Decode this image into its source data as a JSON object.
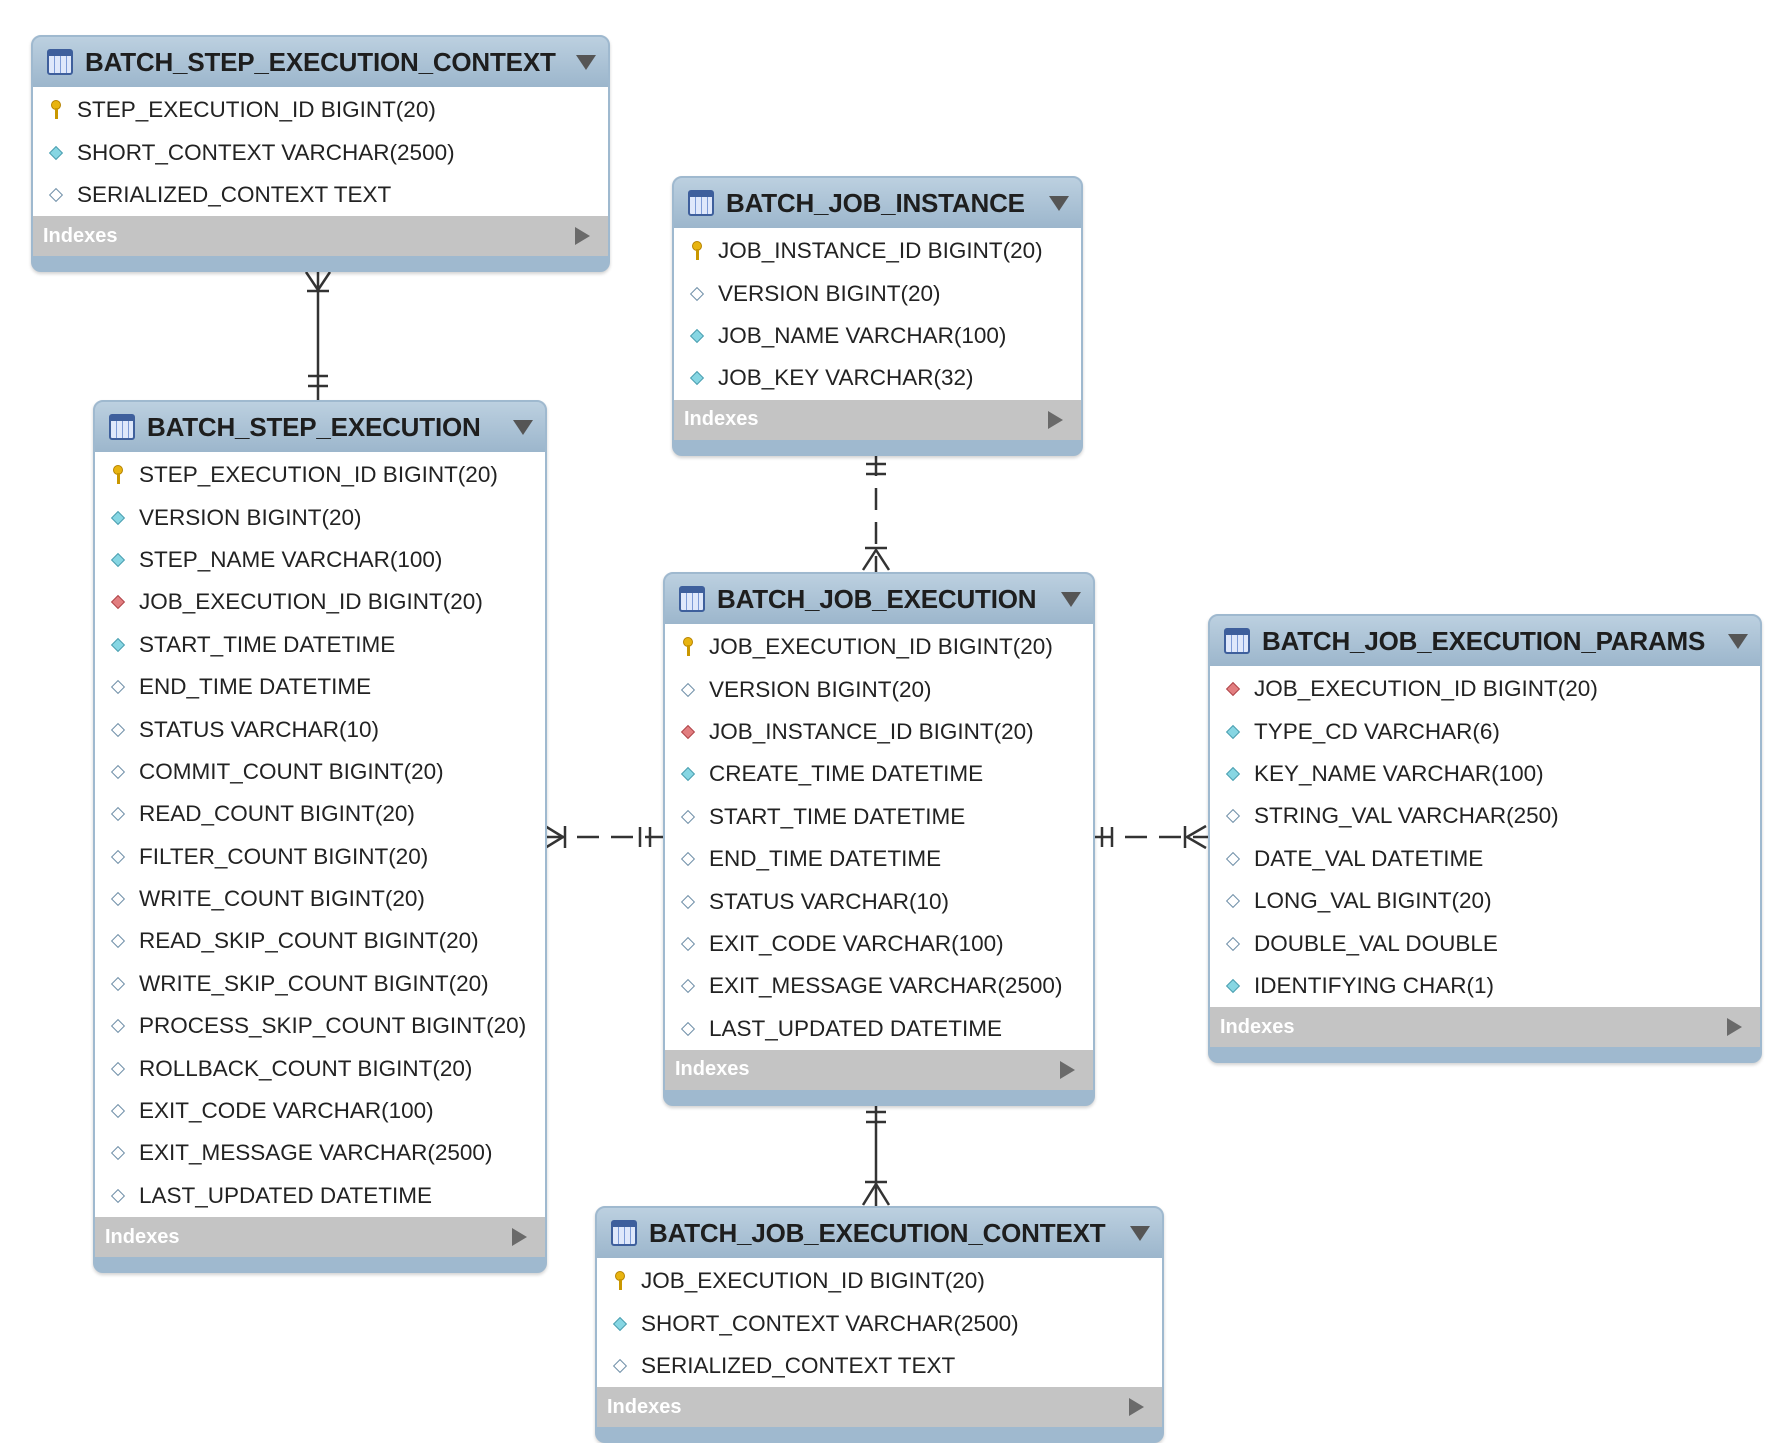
{
  "tables": [
    {
      "name": "BATCH_STEP_EXECUTION_CONTEXT",
      "indexes_label": "Indexes",
      "columns": [
        {
          "kind": "pk",
          "text": "STEP_EXECUTION_ID BIGINT(20)"
        },
        {
          "kind": "filled",
          "text": "SHORT_CONTEXT VARCHAR(2500)"
        },
        {
          "kind": "plain",
          "text": "SERIALIZED_CONTEXT TEXT"
        }
      ]
    },
    {
      "name": "BATCH_JOB_INSTANCE",
      "indexes_label": "Indexes",
      "columns": [
        {
          "kind": "pk",
          "text": "JOB_INSTANCE_ID BIGINT(20)"
        },
        {
          "kind": "plain",
          "text": "VERSION BIGINT(20)"
        },
        {
          "kind": "filled",
          "text": "JOB_NAME VARCHAR(100)"
        },
        {
          "kind": "filled",
          "text": "JOB_KEY VARCHAR(32)"
        }
      ]
    },
    {
      "name": "BATCH_STEP_EXECUTION",
      "indexes_label": "Indexes",
      "columns": [
        {
          "kind": "pk",
          "text": "STEP_EXECUTION_ID BIGINT(20)"
        },
        {
          "kind": "filled",
          "text": "VERSION BIGINT(20)"
        },
        {
          "kind": "filled",
          "text": "STEP_NAME VARCHAR(100)"
        },
        {
          "kind": "fk",
          "text": "JOB_EXECUTION_ID BIGINT(20)"
        },
        {
          "kind": "filled",
          "text": "START_TIME DATETIME"
        },
        {
          "kind": "plain",
          "text": "END_TIME DATETIME"
        },
        {
          "kind": "plain",
          "text": "STATUS VARCHAR(10)"
        },
        {
          "kind": "plain",
          "text": "COMMIT_COUNT BIGINT(20)"
        },
        {
          "kind": "plain",
          "text": "READ_COUNT BIGINT(20)"
        },
        {
          "kind": "plain",
          "text": "FILTER_COUNT BIGINT(20)"
        },
        {
          "kind": "plain",
          "text": "WRITE_COUNT BIGINT(20)"
        },
        {
          "kind": "plain",
          "text": "READ_SKIP_COUNT BIGINT(20)"
        },
        {
          "kind": "plain",
          "text": "WRITE_SKIP_COUNT BIGINT(20)"
        },
        {
          "kind": "plain",
          "text": "PROCESS_SKIP_COUNT BIGINT(20)"
        },
        {
          "kind": "plain",
          "text": "ROLLBACK_COUNT BIGINT(20)"
        },
        {
          "kind": "plain",
          "text": "EXIT_CODE VARCHAR(100)"
        },
        {
          "kind": "plain",
          "text": "EXIT_MESSAGE VARCHAR(2500)"
        },
        {
          "kind": "plain",
          "text": "LAST_UPDATED DATETIME"
        }
      ]
    },
    {
      "name": "BATCH_JOB_EXECUTION",
      "indexes_label": "Indexes",
      "columns": [
        {
          "kind": "pk",
          "text": "JOB_EXECUTION_ID BIGINT(20)"
        },
        {
          "kind": "plain",
          "text": "VERSION BIGINT(20)"
        },
        {
          "kind": "fk",
          "text": "JOB_INSTANCE_ID BIGINT(20)"
        },
        {
          "kind": "filled",
          "text": "CREATE_TIME DATETIME"
        },
        {
          "kind": "plain",
          "text": "START_TIME DATETIME"
        },
        {
          "kind": "plain",
          "text": "END_TIME DATETIME"
        },
        {
          "kind": "plain",
          "text": "STATUS VARCHAR(10)"
        },
        {
          "kind": "plain",
          "text": "EXIT_CODE VARCHAR(100)"
        },
        {
          "kind": "plain",
          "text": "EXIT_MESSAGE VARCHAR(2500)"
        },
        {
          "kind": "plain",
          "text": "LAST_UPDATED DATETIME"
        }
      ]
    },
    {
      "name": "BATCH_JOB_EXECUTION_PARAMS",
      "indexes_label": "Indexes",
      "columns": [
        {
          "kind": "fk",
          "text": "JOB_EXECUTION_ID BIGINT(20)"
        },
        {
          "kind": "filled",
          "text": "TYPE_CD VARCHAR(6)"
        },
        {
          "kind": "filled",
          "text": "KEY_NAME VARCHAR(100)"
        },
        {
          "kind": "plain",
          "text": "STRING_VAL VARCHAR(250)"
        },
        {
          "kind": "plain",
          "text": "DATE_VAL DATETIME"
        },
        {
          "kind": "plain",
          "text": "LONG_VAL BIGINT(20)"
        },
        {
          "kind": "plain",
          "text": "DOUBLE_VAL DOUBLE"
        },
        {
          "kind": "filled",
          "text": "IDENTIFYING CHAR(1)"
        }
      ]
    },
    {
      "name": "BATCH_JOB_EXECUTION_CONTEXT",
      "indexes_label": "Indexes",
      "columns": [
        {
          "kind": "pk",
          "text": "JOB_EXECUTION_ID BIGINT(20)"
        },
        {
          "kind": "filled",
          "text": "SHORT_CONTEXT VARCHAR(2500)"
        },
        {
          "kind": "plain",
          "text": "SERIALIZED_CONTEXT TEXT"
        }
      ]
    }
  ],
  "relationships": [
    {
      "from": "BATCH_STEP_EXECUTION_CONTEXT",
      "to": "BATCH_STEP_EXECUTION",
      "line": "solid"
    },
    {
      "from": "BATCH_JOB_INSTANCE",
      "to": "BATCH_JOB_EXECUTION",
      "line": "dashed"
    },
    {
      "from": "BATCH_STEP_EXECUTION",
      "to": "BATCH_JOB_EXECUTION",
      "line": "dashed"
    },
    {
      "from": "BATCH_JOB_EXECUTION",
      "to": "BATCH_JOB_EXECUTION_PARAMS",
      "line": "dashed"
    },
    {
      "from": "BATCH_JOB_EXECUTION",
      "to": "BATCH_JOB_EXECUTION_CONTEXT",
      "line": "solid"
    }
  ]
}
